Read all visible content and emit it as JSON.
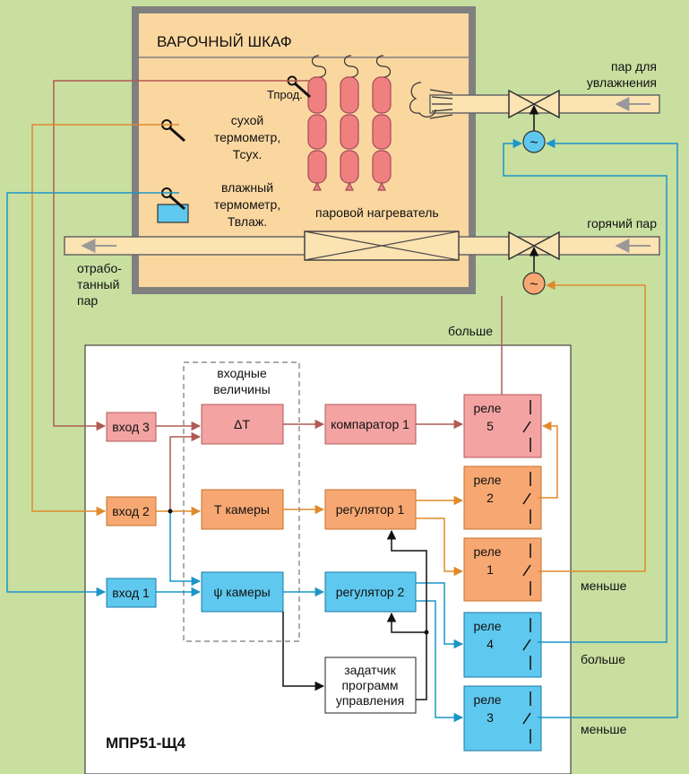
{
  "cabinet": {
    "title": "ВАРОЧНЫЙ ШКАФ",
    "t_product": "Тпрод.",
    "dry_thermo": [
      "сухой",
      "термометр,",
      "Тсух."
    ],
    "wet_thermo": [
      "влажный",
      "термометр,",
      "Твлаж."
    ],
    "heater": "паровой нагреватель"
  },
  "outside": {
    "humid_steam": [
      "пар для",
      "увлажнения"
    ],
    "hot_steam": "горячий пар",
    "exhaust": [
      "отрабо-",
      "танный",
      "пар"
    ],
    "more_top": "больше"
  },
  "controller": {
    "name": "МПР51-Щ4",
    "inputs_header": [
      "входные",
      "величины"
    ],
    "inputs": [
      "вход 3",
      "вход 2",
      "вход 1"
    ],
    "values": [
      "ΔT",
      "Т камеры",
      "ψ камеры"
    ],
    "controllers": [
      "компаратор 1",
      "регулятор 1",
      "регулятор 2"
    ],
    "setter": [
      "задатчик",
      "программ",
      "управления"
    ],
    "relays": [
      {
        "label": "реле",
        "num": "5"
      },
      {
        "label": "реле",
        "num": "2"
      },
      {
        "label": "реле",
        "num": "1"
      },
      {
        "label": "реле",
        "num": "4"
      },
      {
        "label": "реле",
        "num": "3"
      }
    ],
    "less_1": "меньше",
    "more_2": "больше",
    "less_2": "меньше"
  },
  "colors": {
    "background": "#c8dfa0",
    "cabinet": "#fbd7a0",
    "pipe": "#fbe3b2",
    "red": "#b15a54",
    "orange": "#e08a2c",
    "blue": "#1a96c8",
    "red_fill": "#f4a3a3",
    "orange_fill": "#f7a872",
    "blue_fill": "#5fc8ee"
  }
}
